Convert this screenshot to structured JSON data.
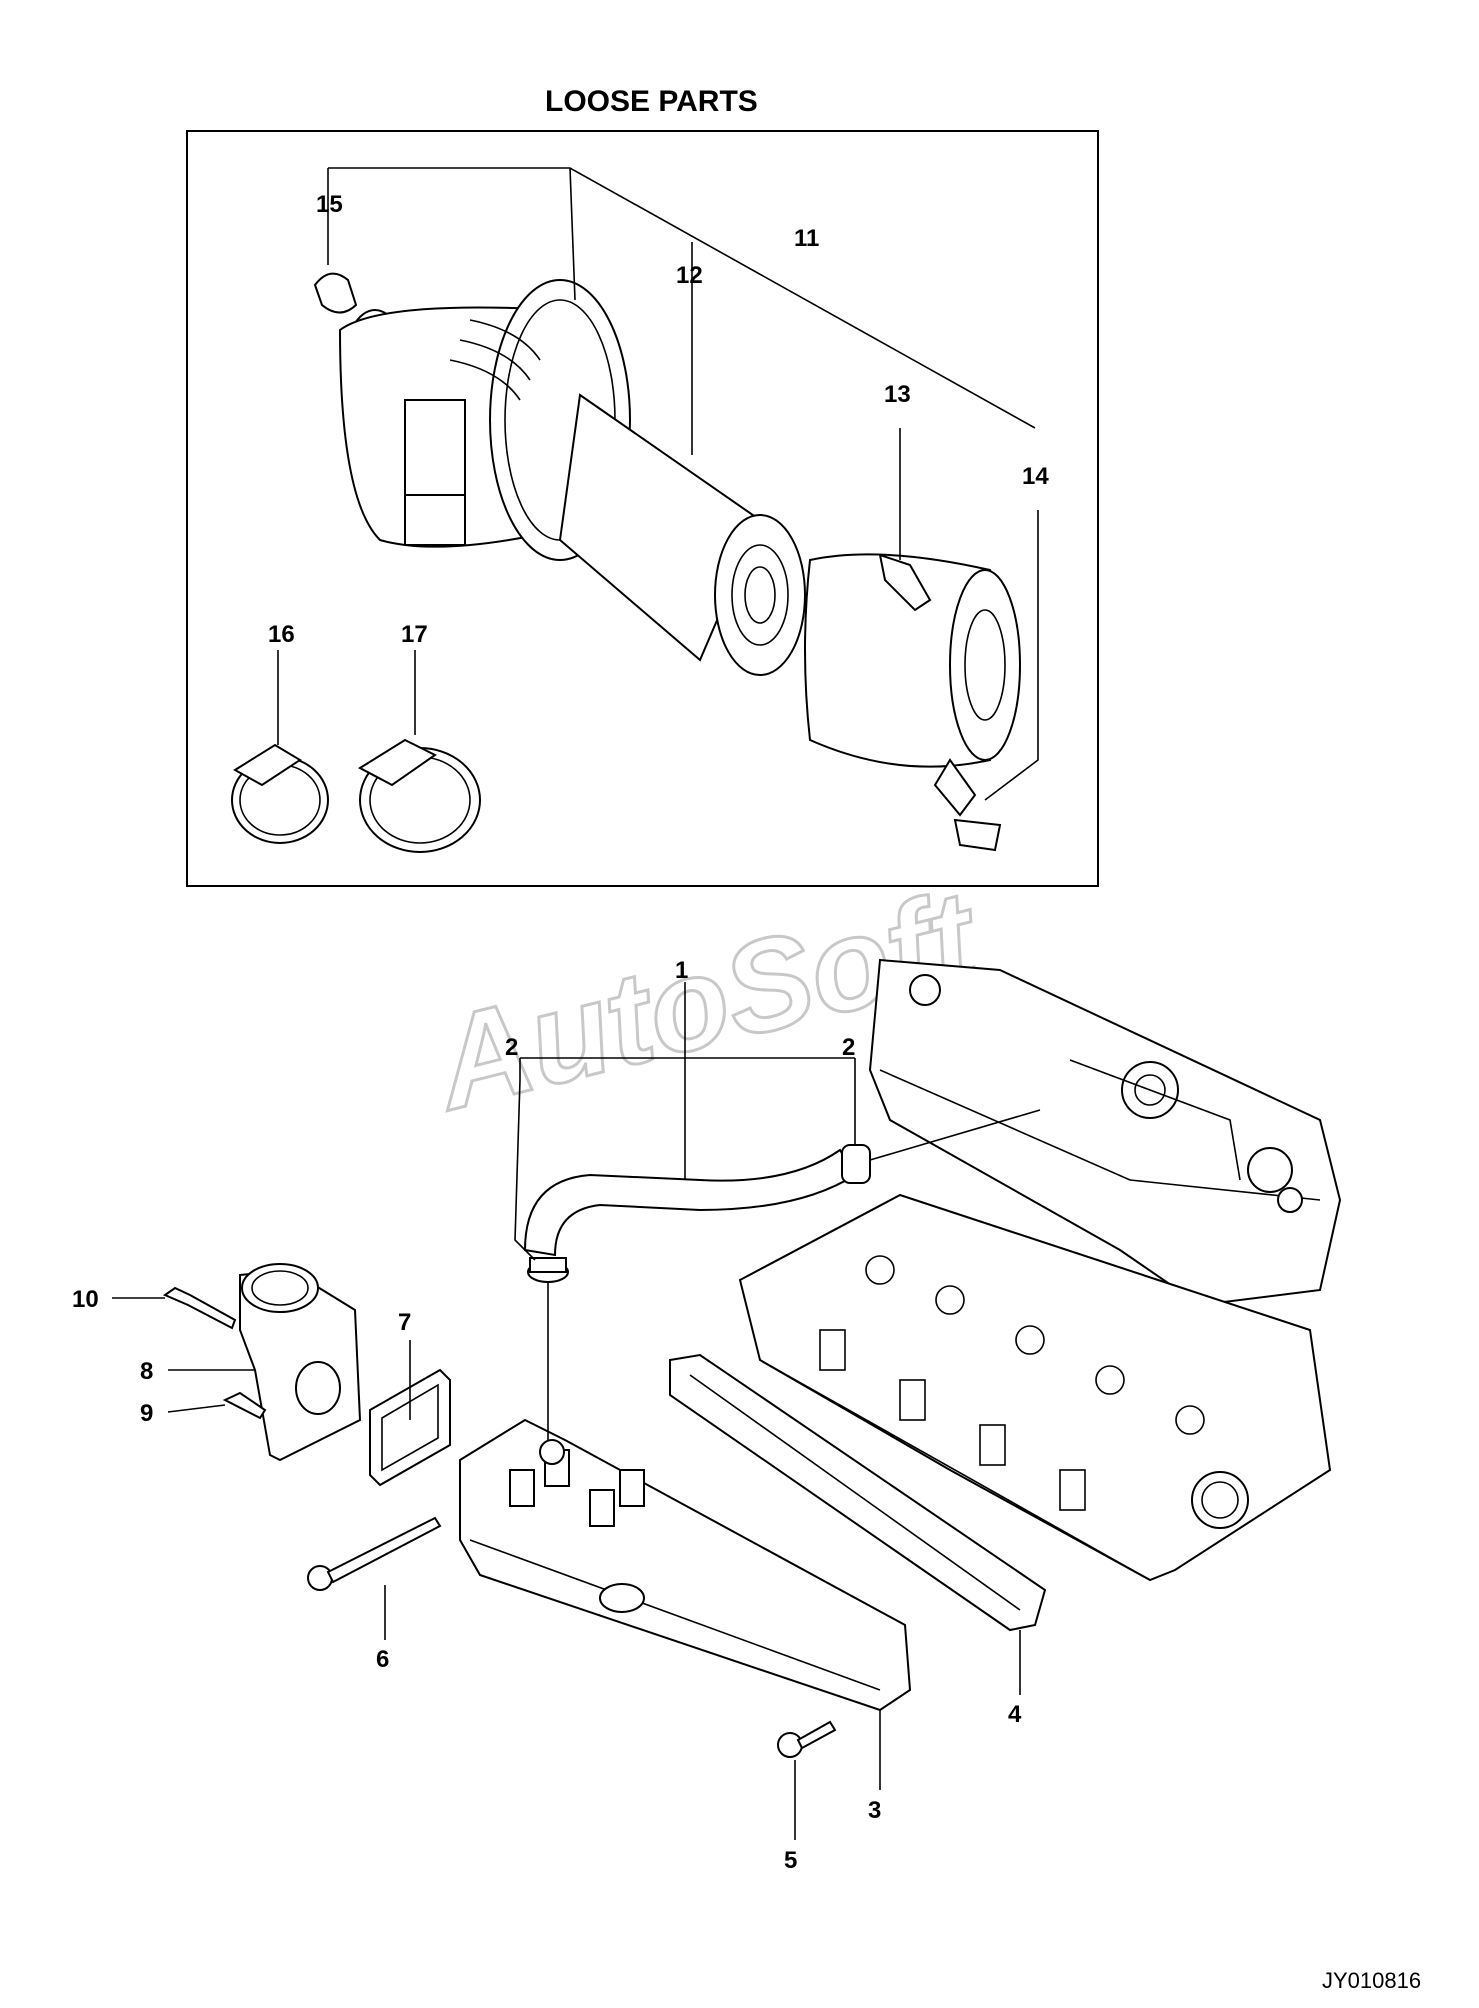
{
  "title": "LOOSE PARTS",
  "watermark": "AutoSoft",
  "drawing_code": "JY010816",
  "callouts": {
    "c1": "1",
    "c2a": "2",
    "c2b": "2",
    "c3": "3",
    "c4": "4",
    "c5": "5",
    "c6": "6",
    "c7": "7",
    "c8": "8",
    "c9": "9",
    "c10": "10",
    "c11": "11",
    "c12": "12",
    "c13": "13",
    "c14": "14",
    "c15": "15",
    "c16": "16",
    "c17": "17"
  }
}
